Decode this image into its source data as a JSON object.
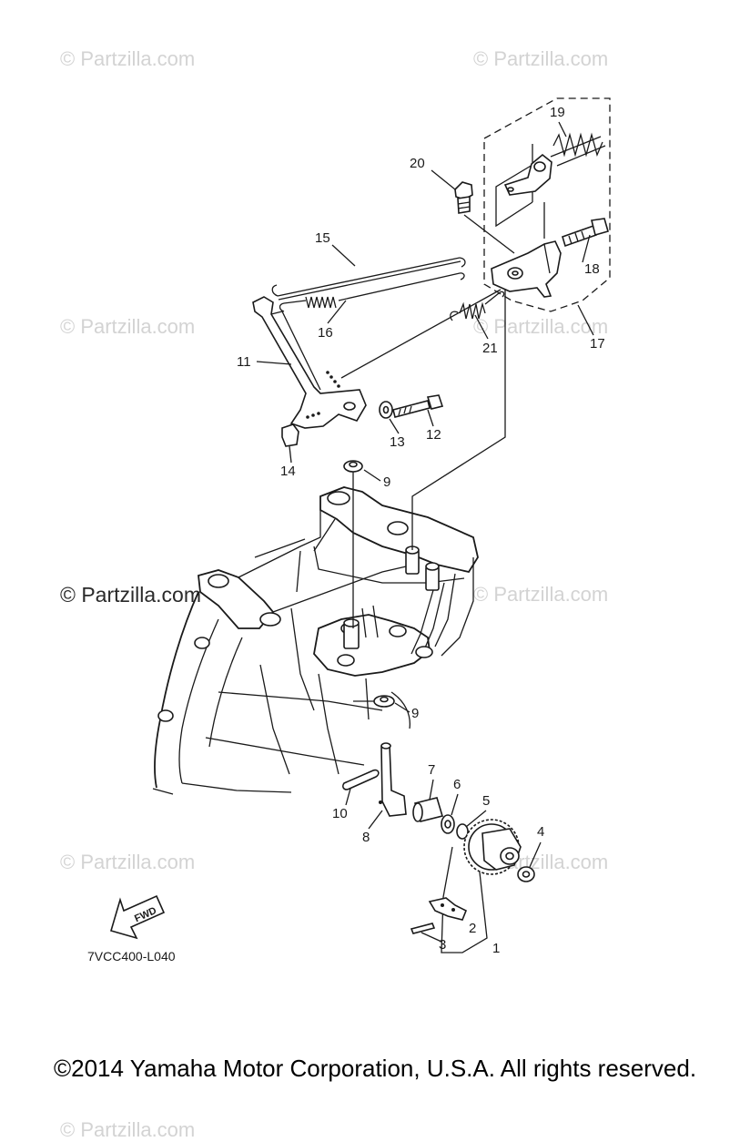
{
  "watermarks": [
    {
      "text": "© Partzilla.com"
    },
    {
      "text": "© Partzilla.com"
    },
    {
      "text": "© Partzilla.com"
    },
    {
      "text": "© Partzilla.com"
    },
    {
      "text": "© Partzilla.com"
    },
    {
      "text": "© Partzilla.com"
    },
    {
      "text": "© Partzilla.com"
    },
    {
      "text": "© Partzilla.com"
    },
    {
      "text": "© Partzilla.com"
    }
  ],
  "callouts": {
    "c1": "1",
    "c2": "2",
    "c3": "3",
    "c4": "4",
    "c5": "5",
    "c6": "6",
    "c7": "7",
    "c8": "8",
    "c9a": "9",
    "c9b": "9",
    "c10": "10",
    "c11": "11",
    "c12": "12",
    "c13": "13",
    "c14": "14",
    "c15": "15",
    "c16": "16",
    "c17": "17",
    "c18": "18",
    "c19": "19",
    "c20": "20",
    "c21": "21"
  },
  "fwd_label": "FWD",
  "diagram_code": "7VCC400-L040",
  "copyright": "©2014  Yamaha Motor Corporation, U.S.A. All rights reserved."
}
